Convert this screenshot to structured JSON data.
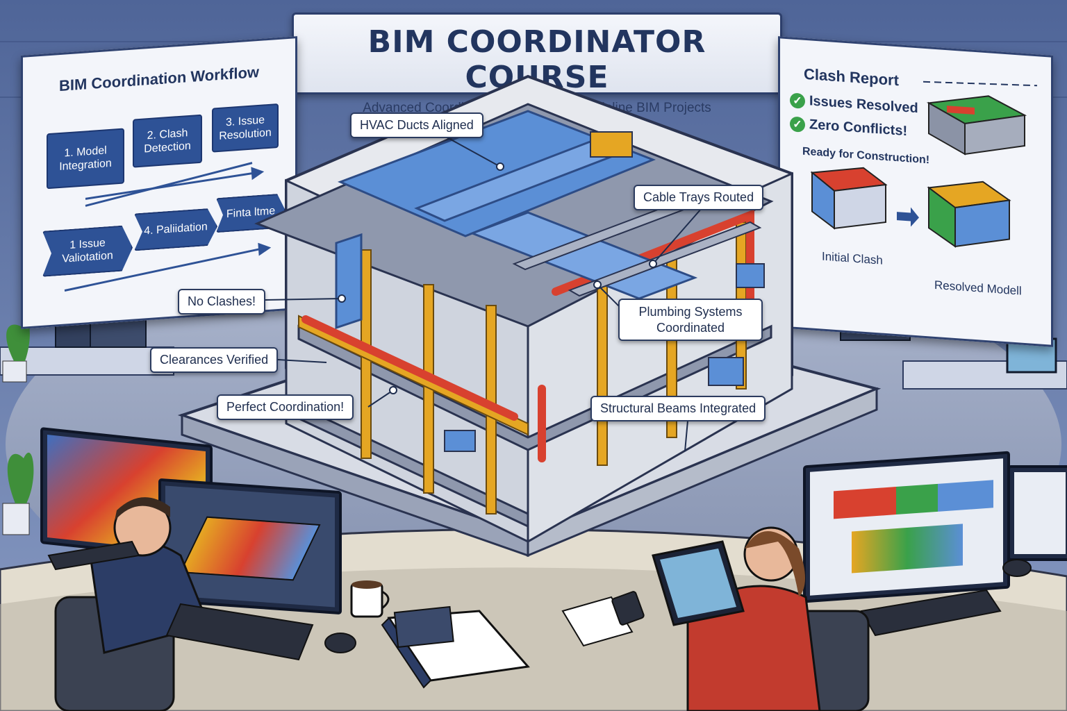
{
  "banner": {
    "title": "BIM COORDINATOR COURSE",
    "subtitle": "Advanced Coordination Skills & Multidiscipline BIM Projects"
  },
  "workflow_board": {
    "title": "BIM Coordination Workflow",
    "steps": [
      "1. Model Integration",
      "2. Clash Detection",
      "3. Issue Resolution",
      "1 Issue Valiotation",
      "4. Paliidation",
      "Finta ltme"
    ]
  },
  "clash_report": {
    "title": "Clash Report",
    "checks": [
      "Issues Resolved",
      "Zero Conflicts!"
    ],
    "status": "Ready for Construction!",
    "before_label": "Initial Clash",
    "after_label": "Resolved Modell"
  },
  "callouts": {
    "hvac": "HVAC Ducts Aligned",
    "cable": "Cable Trays Routed",
    "no_clash": "No Clashes!",
    "plumbing": "Plumbing Systems Coordinated",
    "clearances": "Clearances Verified",
    "perfect": "Perfect Coordination!",
    "structural": "Structural Beams Integrated"
  },
  "colors": {
    "navy": "#22355f",
    "duct_blue": "#5b8fd6",
    "pipe_red": "#d8412f",
    "beam_yellow": "#e5a623",
    "concrete": "#c9ced8",
    "tick_green": "#3aa14a"
  }
}
